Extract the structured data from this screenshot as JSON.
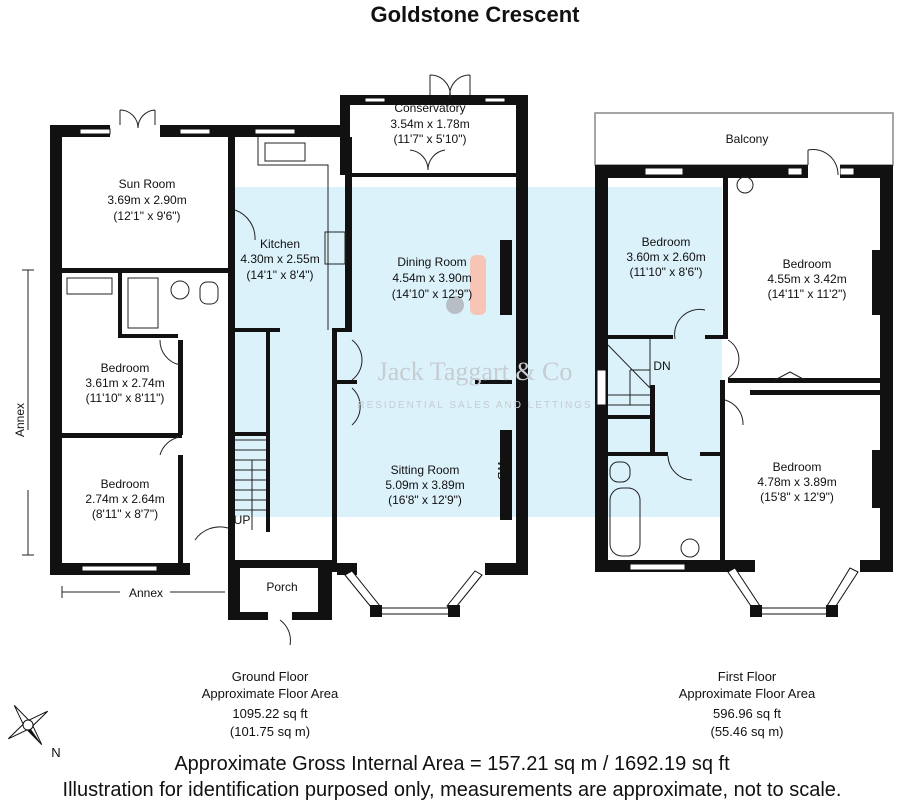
{
  "title": "Goldstone Crescent",
  "watermark": {
    "brand": "Jack Taggart & Co",
    "tagline": "RESIDENTIAL SALES AND LETTINGS",
    "highlight_color": "#dcf2fa"
  },
  "ground_floor": {
    "rooms": [
      {
        "name": "Conservatory",
        "metric": "3.54m x 1.78m",
        "imperial": "(11'7\" x 5'10\")"
      },
      {
        "name": "Sun Room",
        "metric": "3.69m x 2.90m",
        "imperial": "(12'1\" x 9'6\")"
      },
      {
        "name": "Kitchen",
        "metric": "4.30m x 2.55m",
        "imperial": "(14'1\" x 8'4\")"
      },
      {
        "name": "Dining Room",
        "metric": "4.54m x 3.90m",
        "imperial": "(14'10\" x 12'9\")"
      },
      {
        "name": "Bedroom",
        "metric": "3.61m x 2.74m",
        "imperial": "(11'10\" x 8'11\")"
      },
      {
        "name": "Bedroom",
        "metric": "2.74m x 2.64m",
        "imperial": "(8'11\" x 8'7\")"
      },
      {
        "name": "Sitting Room",
        "metric": "5.09m x 3.89m",
        "imperial": "(16'8\" x 12'9\")"
      }
    ],
    "labels": {
      "porch": "Porch",
      "up": "UP",
      "wb": "WB",
      "annex_side": "Annex",
      "annex_bottom": "Annex"
    },
    "summary": {
      "floor": "Ground Floor",
      "caption": "Approximate Floor Area",
      "sqft": "1095.22 sq ft",
      "sqm": "(101.75 sq m)"
    }
  },
  "first_floor": {
    "rooms": [
      {
        "name": "Bedroom",
        "metric": "3.60m x 2.60m",
        "imperial": "(11'10\" x 8'6\")"
      },
      {
        "name": "Bedroom",
        "metric": "4.55m x 3.42m",
        "imperial": "(14'11\" x 11'2\")"
      },
      {
        "name": "Bedroom",
        "metric": "4.78m x 3.89m",
        "imperial": "(15'8\" x 12'9\")"
      }
    ],
    "labels": {
      "balcony": "Balcony",
      "dn": "DN"
    },
    "summary": {
      "floor": "First Floor",
      "caption": "Approximate Floor Area",
      "sqft": "596.96 sq ft",
      "sqm": "(55.46 sq m)"
    }
  },
  "compass": {
    "north": "N"
  },
  "footer": {
    "gross": "Approximate Gross Internal Area = 157.21 sq m / 1692.19 sq ft",
    "disclaimer": "Illustration for identification purposed only, measurements are approximate, not to scale."
  }
}
